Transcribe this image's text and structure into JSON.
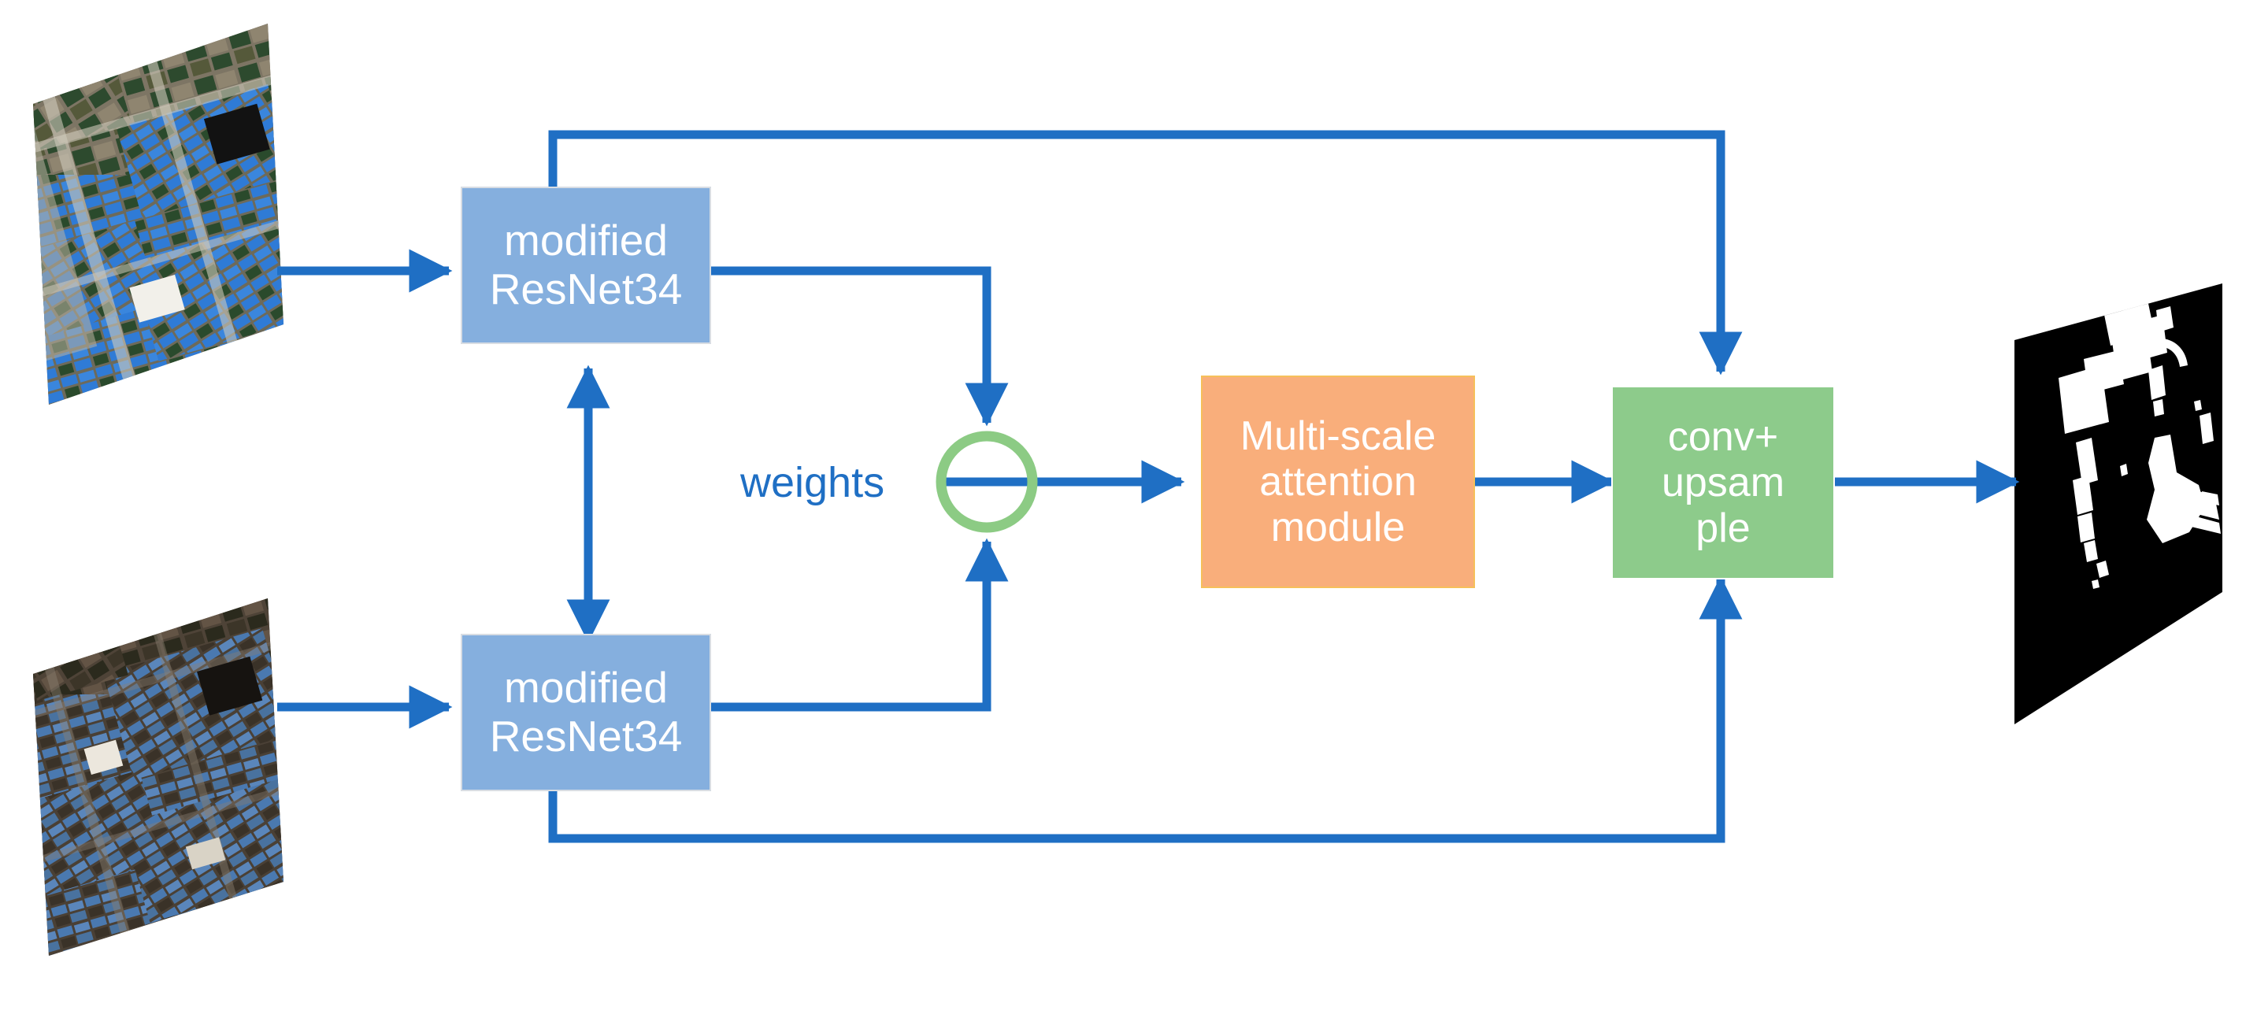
{
  "diagram": {
    "title": "Siamese change-detection network architecture",
    "colors": {
      "arrow_blue": "#1F6FC4",
      "box_blue": "#85AFDE",
      "box_orange": "#F9AE7B",
      "box_orange_border": "#F6C05A",
      "box_green": "#8DCB8B",
      "circle_green": "#8CCB84",
      "label_blue": "#1F6FC4",
      "background": "#FFFFFF"
    },
    "inputs": [
      {
        "id": "input-image-t1",
        "name": "satellite-image-time1",
        "alt": "Satellite image of aquaculture ponds, time 1",
        "kind": "skewed-photo"
      },
      {
        "id": "input-image-t2",
        "name": "satellite-image-time2",
        "alt": "Satellite image of aquaculture ponds, time 2",
        "kind": "skewed-photo"
      }
    ],
    "nodes": [
      {
        "id": "encoder-top",
        "lines": [
          "modified",
          "ResNet34"
        ],
        "style": "blue"
      },
      {
        "id": "encoder-bottom",
        "lines": [
          "modified",
          "ResNet34"
        ],
        "style": "blue"
      },
      {
        "id": "fusion",
        "lines": [],
        "style": "circle",
        "label": "weights"
      },
      {
        "id": "attention",
        "lines": [
          "Multi-scale",
          "attention",
          "module"
        ],
        "style": "orange"
      },
      {
        "id": "decoder",
        "lines": [
          "conv+",
          "upsam",
          "ple"
        ],
        "style": "green"
      }
    ],
    "fusion_label": "weights",
    "output": {
      "id": "output-mask",
      "name": "binary-change-mask",
      "alt": "Binary segmentation change mask, white regions on black",
      "kind": "skewed-mask"
    }
  }
}
